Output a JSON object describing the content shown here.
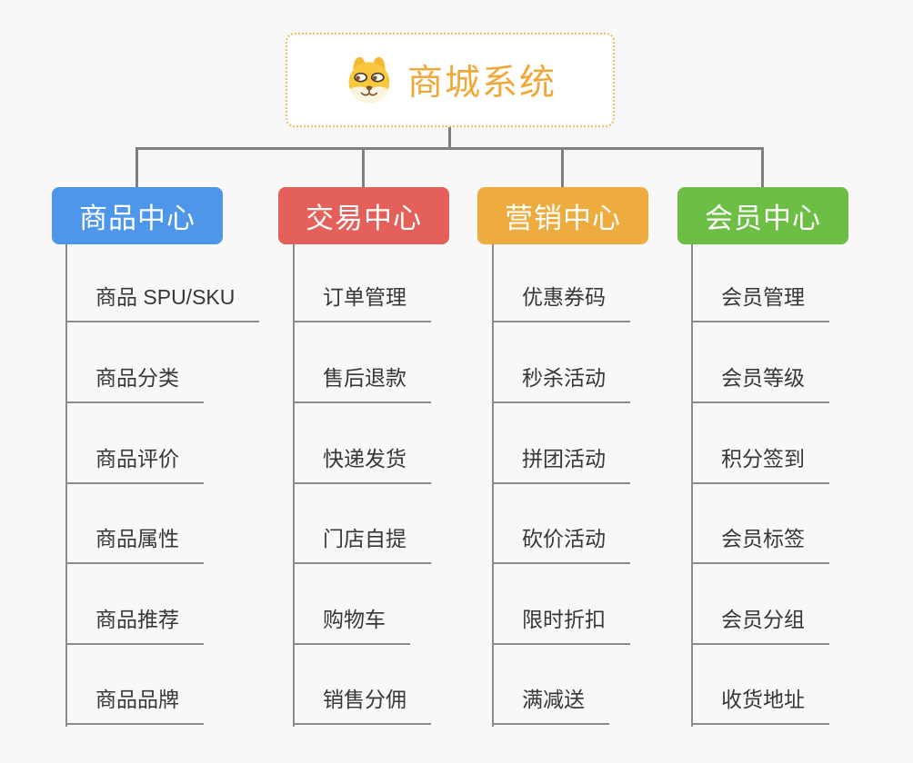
{
  "canvas": {
    "background_color": "#f8f8f8",
    "connector_color": "#7f7f7f"
  },
  "root": {
    "title": "商城系统",
    "icon": "dog-face-icon",
    "title_color": "#efa93b",
    "border_color": "#f2b865"
  },
  "branches": [
    {
      "title": "商品中心",
      "color": "#4d96e9",
      "children": [
        "商品 SPU/SKU",
        "商品分类",
        "商品评价",
        "商品属性",
        "商品推荐",
        "商品品牌"
      ]
    },
    {
      "title": "交易中心",
      "color": "#e4605b",
      "children": [
        "订单管理",
        "售后退款",
        "快递发货",
        "门店自提",
        "购物车",
        "销售分佣"
      ]
    },
    {
      "title": "营销中心",
      "color": "#efac3e",
      "children": [
        "优惠券码",
        "秒杀活动",
        "拼团活动",
        "砍价活动",
        "限时折扣",
        "满减送"
      ]
    },
    {
      "title": "会员中心",
      "color": "#6dbe45",
      "children": [
        "会员管理",
        "会员等级",
        "积分签到",
        "会员标签",
        "会员分组",
        "收货地址"
      ]
    }
  ]
}
